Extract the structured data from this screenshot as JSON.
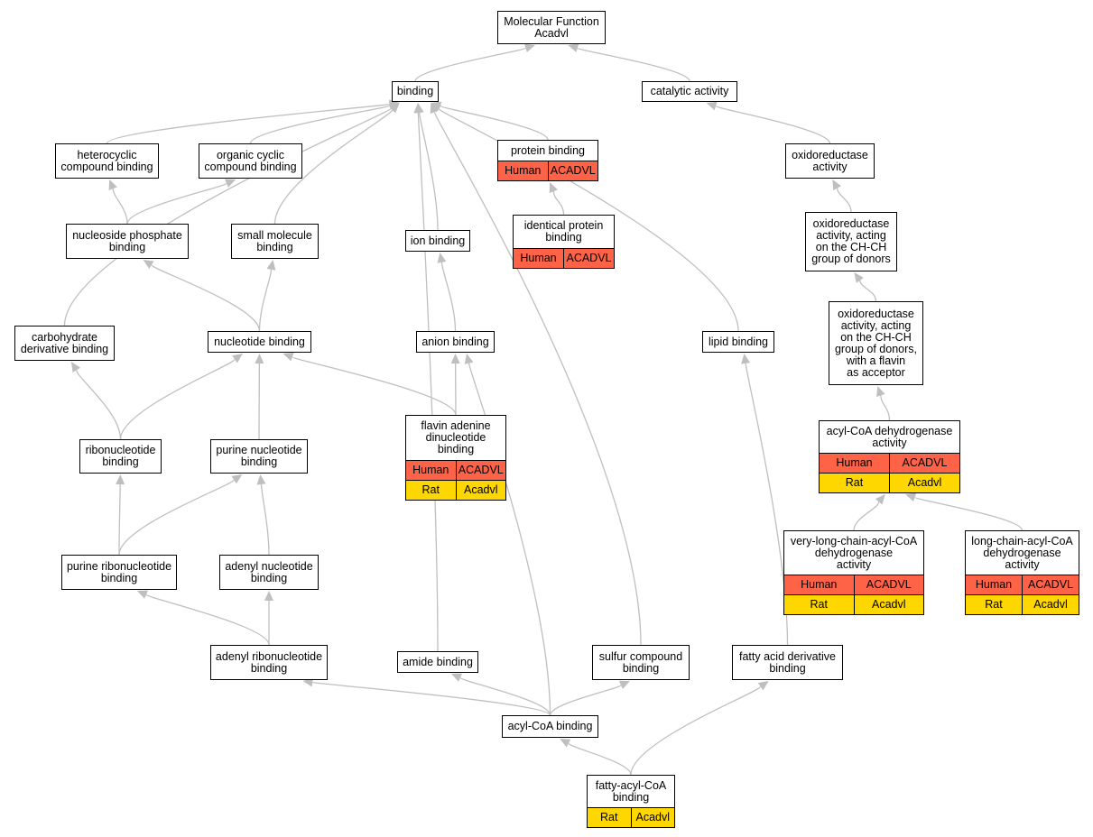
{
  "colors": {
    "human": "#ff6347",
    "rat": "#ffd700",
    "edge": "#bfbfbf",
    "border": "#000000"
  },
  "nodes": {
    "molecular_function": {
      "label": "Molecular Function\nAcadvl"
    },
    "binding": {
      "label": "binding"
    },
    "catalytic_activity": {
      "label": "catalytic activity"
    },
    "heterocyclic_compound_binding": {
      "label": "heterocyclic\ncompound binding"
    },
    "organic_cyclic_compound_binding": {
      "label": "organic cyclic\ncompound binding"
    },
    "protein_binding": {
      "label": "protein binding",
      "rows": [
        [
          "Human",
          "ACADVL"
        ]
      ]
    },
    "oxidoreductase_activity": {
      "label": "oxidoreductase\nactivity"
    },
    "nucleoside_phosphate_binding": {
      "label": "nucleoside phosphate\nbinding"
    },
    "small_molecule_binding": {
      "label": "small molecule\nbinding"
    },
    "ion_binding": {
      "label": "ion binding"
    },
    "identical_protein_binding": {
      "label": "identical protein\nbinding",
      "rows": [
        [
          "Human",
          "ACADVL"
        ]
      ]
    },
    "oxidoreductase_ch_ch": {
      "label": "oxidoreductase\nactivity, acting\non the CH-CH\ngroup of donors"
    },
    "carbohydrate_derivative_binding": {
      "label": "carbohydrate\nderivative binding"
    },
    "nucleotide_binding": {
      "label": "nucleotide binding"
    },
    "anion_binding": {
      "label": "anion binding"
    },
    "lipid_binding": {
      "label": "lipid binding"
    },
    "oxidoreductase_flavin": {
      "label": "oxidoreductase\nactivity, acting\non the CH-CH\ngroup of donors,\nwith a flavin\nas acceptor"
    },
    "acyl_coa_dehydrogenase_activity": {
      "label": "acyl-CoA dehydrogenase\nactivity",
      "rows": [
        [
          "Human",
          "ACADVL"
        ],
        [
          "Rat",
          "Acadvl"
        ]
      ]
    },
    "ribonucleotide_binding": {
      "label": "ribonucleotide\nbinding"
    },
    "purine_nucleotide_binding": {
      "label": "purine nucleotide\nbinding"
    },
    "fad_binding": {
      "label": "flavin adenine\ndinucleotide\nbinding",
      "rows": [
        [
          "Human",
          "ACADVL"
        ],
        [
          "Rat",
          "Acadvl"
        ]
      ]
    },
    "vlcad_activity": {
      "label": "very-long-chain-acyl-CoA\ndehydrogenase\nactivity",
      "rows": [
        [
          "Human",
          "ACADVL"
        ],
        [
          "Rat",
          "Acadvl"
        ]
      ]
    },
    "lcad_activity": {
      "label": "long-chain-acyl-CoA\ndehydrogenase\nactivity",
      "rows": [
        [
          "Human",
          "ACADVL"
        ],
        [
          "Rat",
          "Acadvl"
        ]
      ]
    },
    "purine_ribonucleotide_binding": {
      "label": "purine ribonucleotide\nbinding"
    },
    "adenyl_nucleotide_binding": {
      "label": "adenyl nucleotide\nbinding"
    },
    "adenyl_ribonucleotide_binding": {
      "label": "adenyl ribonucleotide\nbinding"
    },
    "amide_binding": {
      "label": "amide binding"
    },
    "sulfur_compound_binding": {
      "label": "sulfur compound\nbinding"
    },
    "fatty_acid_derivative_binding": {
      "label": "fatty acid derivative\nbinding"
    },
    "acyl_coa_binding": {
      "label": "acyl-CoA binding"
    },
    "fatty_acyl_coa_binding": {
      "label": "fatty-acyl-CoA\nbinding",
      "rows": [
        [
          "Rat",
          "Acadvl"
        ]
      ]
    }
  },
  "edges": [
    [
      "binding",
      "molecular_function"
    ],
    [
      "catalytic_activity",
      "molecular_function"
    ],
    [
      "heterocyclic_compound_binding",
      "binding"
    ],
    [
      "organic_cyclic_compound_binding",
      "binding"
    ],
    [
      "protein_binding",
      "binding"
    ],
    [
      "small_molecule_binding",
      "binding"
    ],
    [
      "ion_binding",
      "binding"
    ],
    [
      "carbohydrate_derivative_binding",
      "binding"
    ],
    [
      "lipid_binding",
      "binding"
    ],
    [
      "amide_binding",
      "binding"
    ],
    [
      "sulfur_compound_binding",
      "binding"
    ],
    [
      "oxidoreductase_activity",
      "catalytic_activity"
    ],
    [
      "nucleoside_phosphate_binding",
      "heterocyclic_compound_binding"
    ],
    [
      "nucleoside_phosphate_binding",
      "organic_cyclic_compound_binding"
    ],
    [
      "identical_protein_binding",
      "protein_binding"
    ],
    [
      "oxidoreductase_ch_ch",
      "oxidoreductase_activity"
    ],
    [
      "nucleotide_binding",
      "nucleoside_phosphate_binding"
    ],
    [
      "nucleotide_binding",
      "small_molecule_binding"
    ],
    [
      "anion_binding",
      "ion_binding"
    ],
    [
      "oxidoreductase_flavin",
      "oxidoreductase_ch_ch"
    ],
    [
      "acyl_coa_dehydrogenase_activity",
      "oxidoreductase_flavin"
    ],
    [
      "ribonucleotide_binding",
      "carbohydrate_derivative_binding"
    ],
    [
      "ribonucleotide_binding",
      "nucleotide_binding"
    ],
    [
      "purine_nucleotide_binding",
      "nucleotide_binding"
    ],
    [
      "fad_binding",
      "nucleotide_binding"
    ],
    [
      "fad_binding",
      "anion_binding"
    ],
    [
      "vlcad_activity",
      "acyl_coa_dehydrogenase_activity"
    ],
    [
      "lcad_activity",
      "acyl_coa_dehydrogenase_activity"
    ],
    [
      "purine_ribonucleotide_binding",
      "ribonucleotide_binding"
    ],
    [
      "purine_ribonucleotide_binding",
      "purine_nucleotide_binding"
    ],
    [
      "adenyl_nucleotide_binding",
      "purine_nucleotide_binding"
    ],
    [
      "adenyl_ribonucleotide_binding",
      "purine_ribonucleotide_binding"
    ],
    [
      "adenyl_ribonucleotide_binding",
      "adenyl_nucleotide_binding"
    ],
    [
      "acyl_coa_binding",
      "adenyl_ribonucleotide_binding"
    ],
    [
      "acyl_coa_binding",
      "amide_binding"
    ],
    [
      "acyl_coa_binding",
      "sulfur_compound_binding"
    ],
    [
      "acyl_coa_binding",
      "anion_binding"
    ],
    [
      "fatty_acyl_coa_binding",
      "acyl_coa_binding"
    ],
    [
      "fatty_acyl_coa_binding",
      "fatty_acid_derivative_binding"
    ],
    [
      "fatty_acid_derivative_binding",
      "lipid_binding"
    ]
  ]
}
